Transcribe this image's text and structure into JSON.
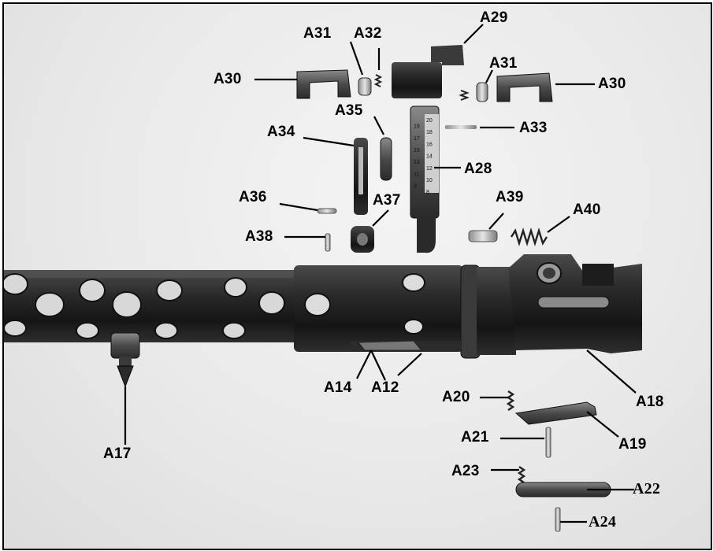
{
  "labels": {
    "A29": "A29",
    "A31_left": "A31",
    "A32": "A32",
    "A31_right": "A31",
    "A30_left": "A30",
    "A30_right": "A30",
    "A35": "A35",
    "A34": "A34",
    "A33": "A33",
    "A28": "A28",
    "A36": "A36",
    "A37": "A37",
    "A39": "A39",
    "A40": "A40",
    "A38": "A38",
    "A14": "A14",
    "A12": "A12",
    "A18": "A18",
    "A20": "A20",
    "A19": "A19",
    "A21": "A21",
    "A17": "A17",
    "A23": "A23",
    "A22": "A22",
    "A24": "A24"
  },
  "sight_scale": [
    "20",
    "19",
    "18",
    "17",
    "16",
    "15",
    "14",
    "13",
    "12",
    "11",
    "10",
    "9",
    "8"
  ]
}
